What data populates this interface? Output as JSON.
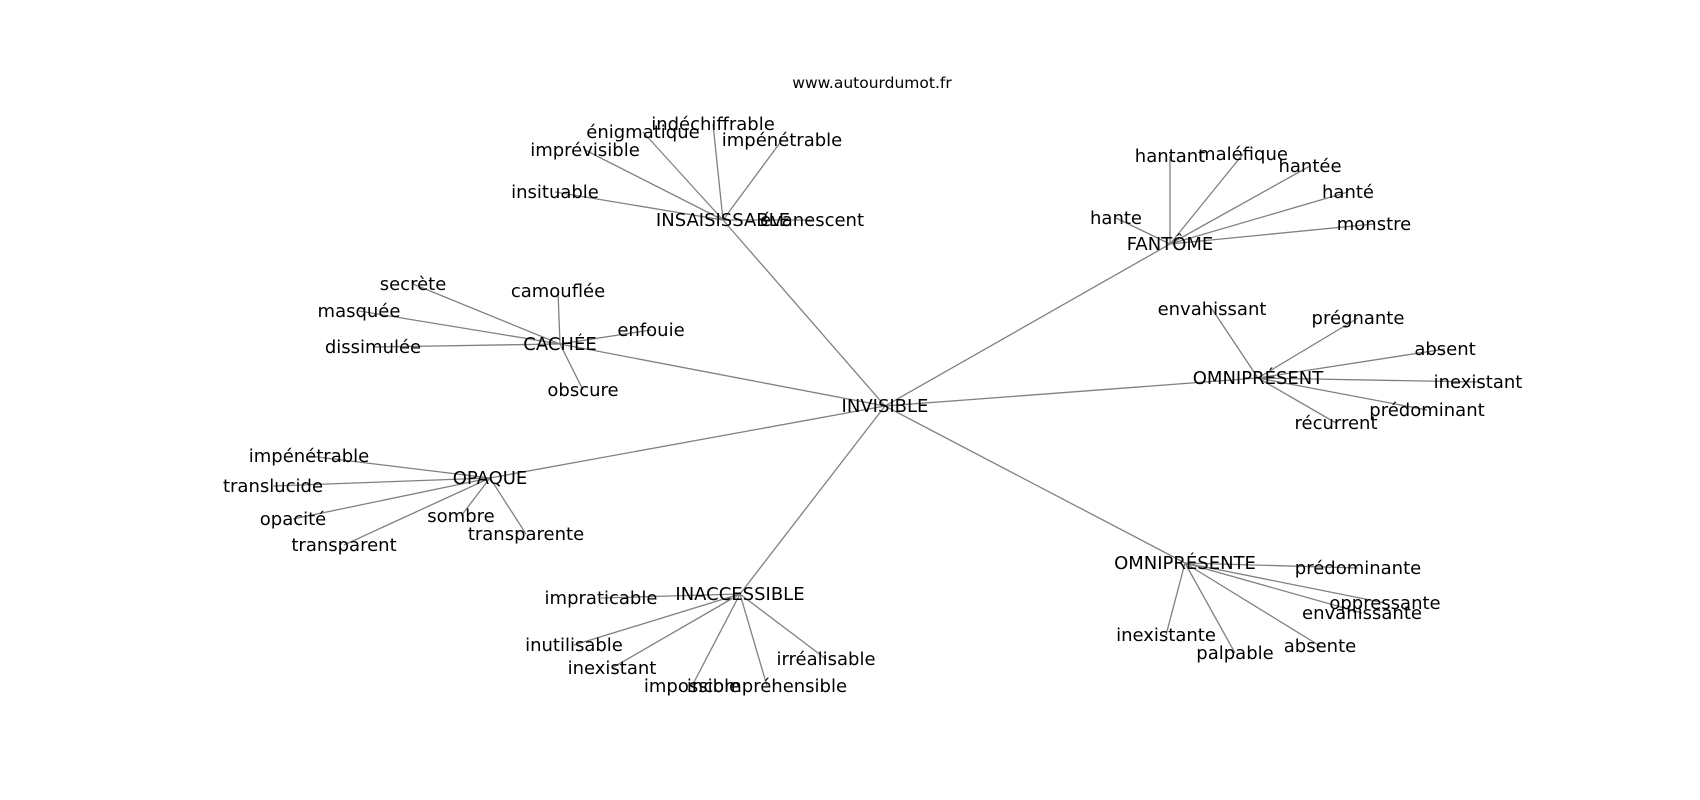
{
  "site": "www.autourdumot.fr",
  "center": "INVISIBLE",
  "clusters": [
    {
      "hub": "INSAISISSABLE",
      "leaves": [
        "imprévisible",
        "énigmatique",
        "indéchiffrable",
        "impénétrable",
        "insituable",
        "évanescent"
      ]
    },
    {
      "hub": "FANTÔME",
      "leaves": [
        "hantant",
        "maléfique",
        "hantée",
        "hanté",
        "hante",
        "monstre"
      ]
    },
    {
      "hub": "CACHÉE",
      "leaves": [
        "secrète",
        "camouflée",
        "masquée",
        "enfouie",
        "dissimulée",
        "obscure"
      ]
    },
    {
      "hub": "OMNIPRÉSENT",
      "leaves": [
        "envahissant",
        "prégnante",
        "absent",
        "inexistant",
        "prédominant",
        "récurrent"
      ]
    },
    {
      "hub": "OPAQUE",
      "leaves": [
        "impénétrable",
        "translucide",
        "opacité",
        "sombre",
        "transparent",
        "transparente"
      ]
    },
    {
      "hub": "OMNIPRÉSENTE",
      "leaves": [
        "prédominante",
        "oppressante",
        "envahissante",
        "inexistante",
        "absente",
        "palpable"
      ]
    },
    {
      "hub": "INACCESSIBLE",
      "leaves": [
        "impraticable",
        "inutilisable",
        "inexistant",
        "irréalisable",
        "impossible",
        "incompréhensible"
      ]
    }
  ]
}
